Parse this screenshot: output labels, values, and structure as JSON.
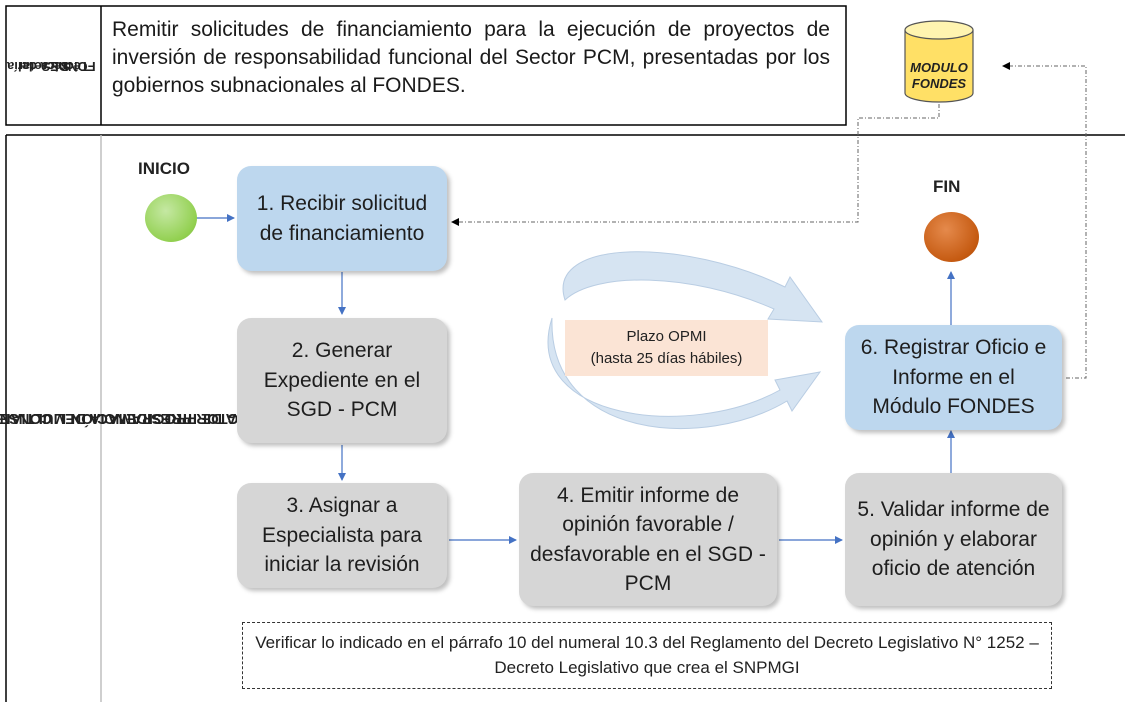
{
  "lanes": {
    "top": "Secretaría Técnica del FONDES",
    "left": "OFICINA DE PROGRAMACIÓN MULTIANUAL DE INVERSIONES DEL SECTOR PRESIDENCIA DEL CONSEJO DE MINISTROS"
  },
  "top_lane_line1": "Secretaría",
  "top_lane_line2": "Técnica del",
  "top_lane_line3": "FONDES",
  "left_lane_line1": "OFICINA DE PROGRAMACIÓN MULTIANUAL DE INVERSIONES DEL",
  "left_lane_line2": "SECTOR PRESIDENCIA DEL CONSEJO DE MINISTROS",
  "description": "Remitir solicitudes de financiamiento para la ejecución de proyectos de inversión de responsabilidad funcional del Sector PCM, presentadas por los gobiernos subnacionales al FONDES.",
  "database": {
    "line1": "MODULO",
    "line2": "FONDES"
  },
  "start_label": "INICIO",
  "end_label": "FIN",
  "steps": {
    "s1": "1. Recibir solicitud de financiamiento",
    "s2": "2. Generar Expediente en el SGD - PCM",
    "s3": "3. Asignar a Especialista para iniciar la revisión",
    "s4": "4. Emitir informe de opinión favorable / desfavorable en el SGD - PCM",
    "s5": "5. Validar informe de opinión y elaborar oficio de atención",
    "s6": "6. Registrar Oficio e Informe en el Módulo FONDES"
  },
  "plazo": {
    "line1": "Plazo OPMI",
    "line2": "(hasta 25 días hábiles)"
  },
  "note": "Verificar lo indicado en el párrafo 10 del numeral 10.3 del Reglamento del Decreto Legislativo N° 1252 – Decreto Legislativo que crea el SNPMGI",
  "colors": {
    "step_blue": "#bdd7ee",
    "step_gray": "#d6d6d6",
    "start_green": "#92d050",
    "end_orange": "#c55a11",
    "database_yellow": "#ffe066",
    "cycle_blue": "#d6e4f2",
    "plazo_bg": "#fbe4d5",
    "arrow_blue": "#4472c4"
  }
}
